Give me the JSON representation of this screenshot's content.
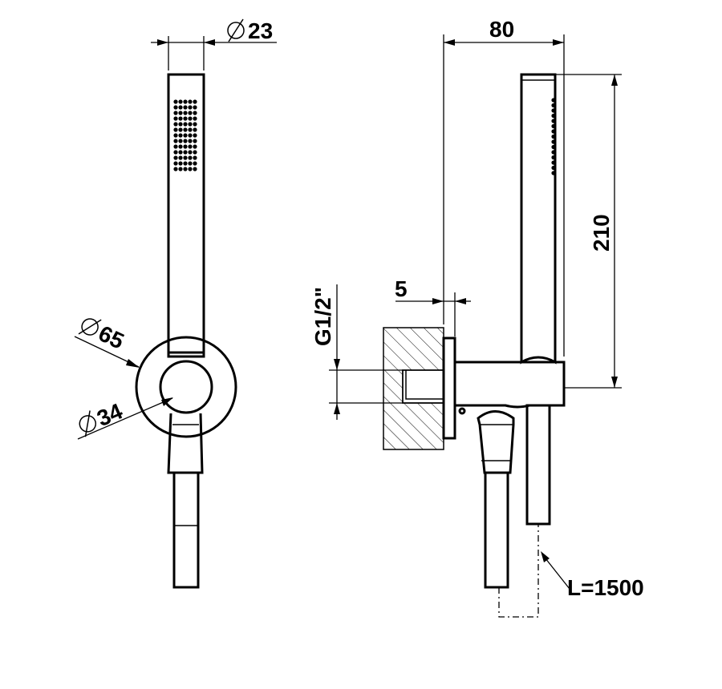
{
  "dimensions": {
    "handle_diameter": "23",
    "plate_diameter": "65",
    "hub_diameter": "34",
    "projection": "80",
    "shower_height": "210",
    "wall_offset": "5",
    "thread": "G1/2\"",
    "hose_length": "L=1500"
  },
  "symbols": {
    "diameter": "diameter-symbol"
  },
  "colors": {
    "line": "#000000",
    "background": "#ffffff"
  }
}
